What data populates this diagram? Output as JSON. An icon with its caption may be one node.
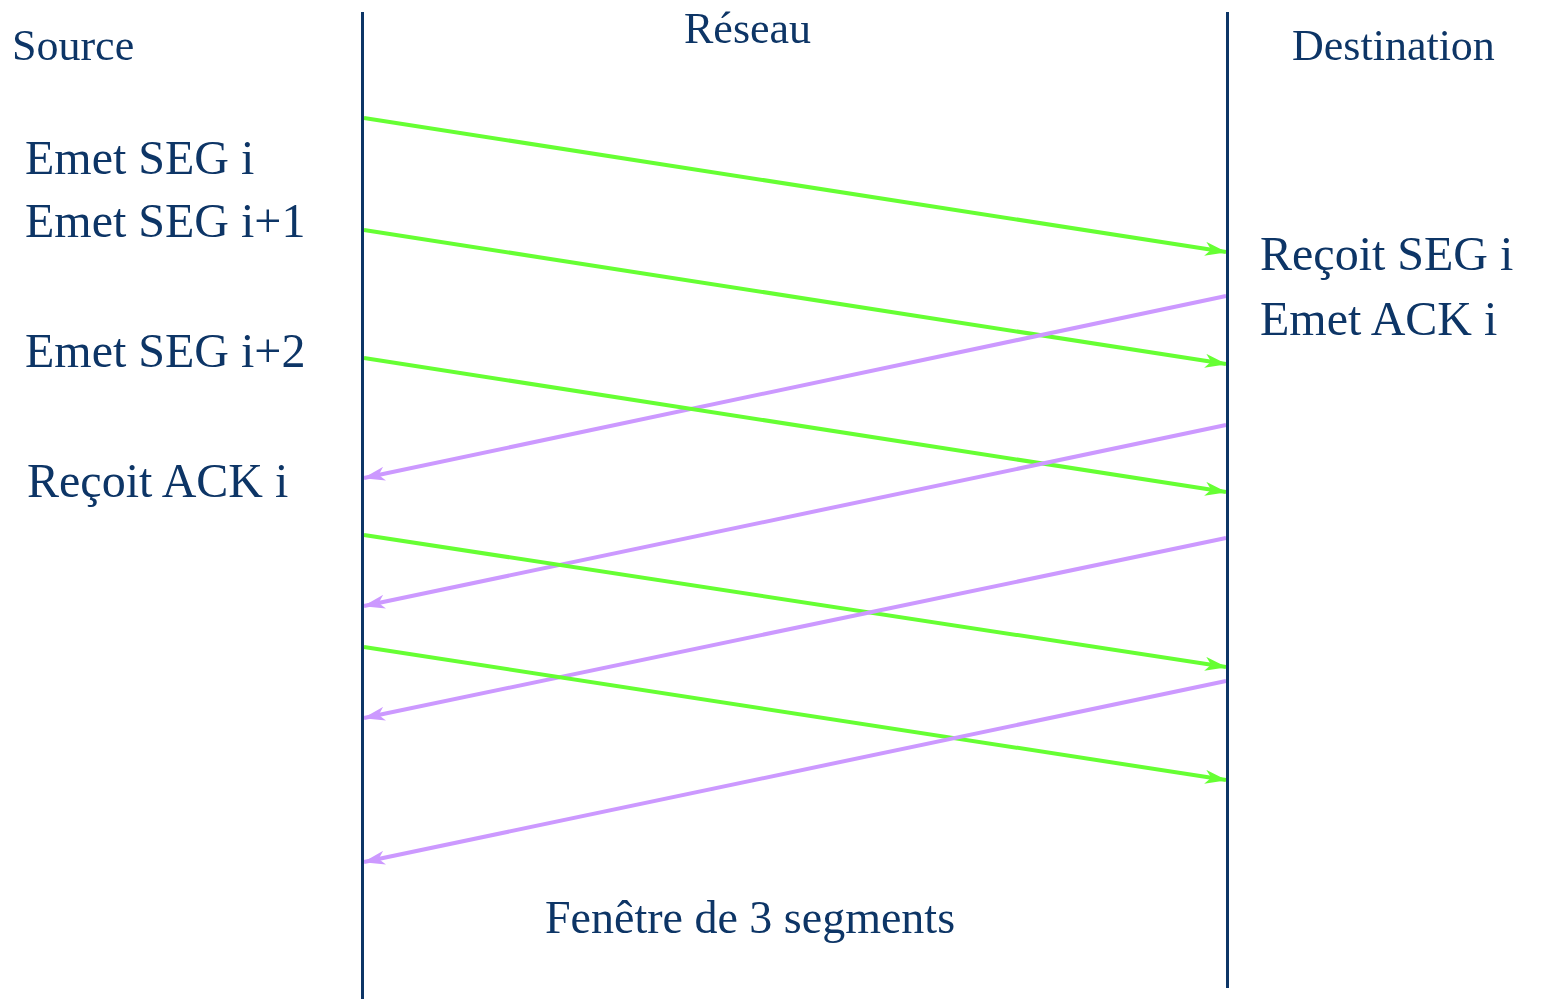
{
  "diagram": {
    "nodes": [
      {
        "text": [],
        "shape": "bar"
      },
      {
        "text": [],
        "shape": "bar"
      }
    ],
    "edges": [
      {
        "from": 0,
        "to": 1,
        "arrow": "to"
      },
      {
        "from": 0,
        "to": 1,
        "arrow": "to"
      },
      {
        "from": 1,
        "to": 0,
        "arrow": "to",
        "color": "#cc99ff"
      },
      {
        "from": 0,
        "to": 1,
        "arrow": "to"
      },
      {
        "from": 1,
        "to": 0,
        "arrow": "to",
        "color": "#cc99ff"
      },
      {
        "from": 0,
        "to": 1,
        "arrow": "to"
      },
      {
        "from": 1,
        "to": 0,
        "arrow": "to",
        "color": "#cc99ff"
      },
      {
        "from": 0,
        "to": 1,
        "arrow": "to"
      },
      {
        "from": 1,
        "to": 0,
        "arrow": "to",
        "color": "#cc99ff"
      }
    ],
    "labels": [
      "Source",
      "Réseau",
      "Destination",
      "Emet SEG i",
      "Emet SEG i+1",
      "Reçoit SEG i",
      "Emet ACK i",
      "Emet SEG i+2",
      "Reçoit ACK i",
      "Fenêtre de 3 segments"
    ]
  }
}
